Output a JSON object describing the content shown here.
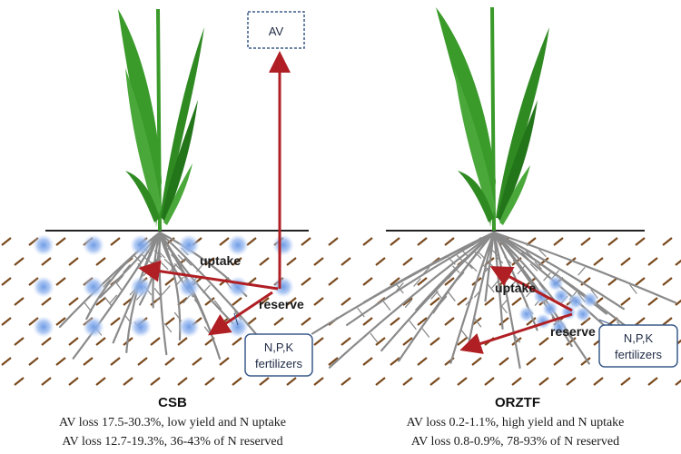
{
  "left_panel": {
    "title": "CSB",
    "caption_line1": "AV loss 17.5-30.3%, low yield and N uptake",
    "caption_line2": "AV loss 12.7-19.3%, 36-43% of N reserved",
    "uptake_label": "uptake",
    "reserve_label": "reserve",
    "fertilizer_label_line1": "N,P,K",
    "fertilizer_label_line2": "fertilizers",
    "av_label": "AV"
  },
  "right_panel": {
    "title": "ORZTF",
    "caption_line1": "AV loss 0.2-1.1%, high yield and N uptake",
    "caption_line2": "AV loss 0.8-0.9%, 78-93% of N reserved",
    "uptake_label": "uptake",
    "reserve_label": "reserve",
    "fertilizer_label_line1": "N,P,K",
    "fertilizer_label_line2": "fertilizers"
  },
  "colors": {
    "arrow": "#b01f24",
    "leaf": "#3a9a2a",
    "leaf_dark": "#23751a",
    "root": "#8a8a8a",
    "soil_dash": "#7a4a1e",
    "nutrient": "#7da7e6",
    "box_border": "#3a5a8a"
  }
}
